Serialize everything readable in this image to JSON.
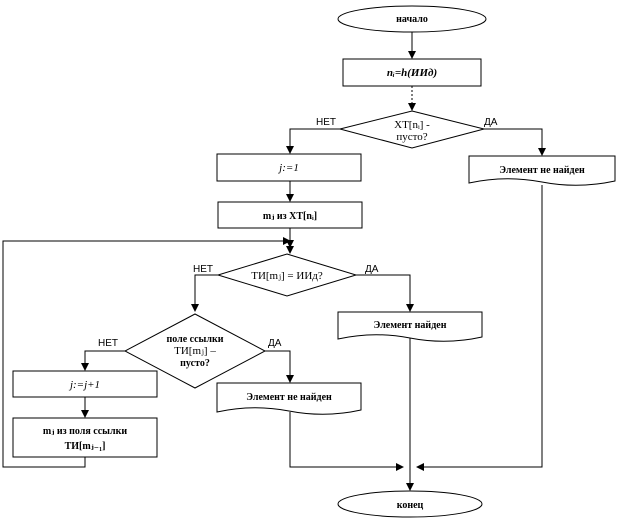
{
  "flowchart": {
    "start": "начало",
    "end": "конец",
    "hash_compute": "nᵢ=h(ИИд)",
    "decision_ht_empty": [
      "ХТ[nᵢ] -",
      "пусто?"
    ],
    "set_j": "j:=1",
    "set_m": "mⱼ из ХТ[nᵢ]",
    "decision_match": "ТИ[mⱼ] = ИИд?",
    "decision_link_empty": [
      "поле ссылки",
      "ТИ[mⱼ] –",
      "пусто?"
    ],
    "incr_j": "j:=j+1",
    "next_m": [
      "mⱼ из поля ссылки",
      "ТИ[mⱼ₋₁]"
    ],
    "not_found": "Элемент не найден",
    "found": "Элемент найден",
    "yes": "ДА",
    "no": "НЕТ"
  }
}
